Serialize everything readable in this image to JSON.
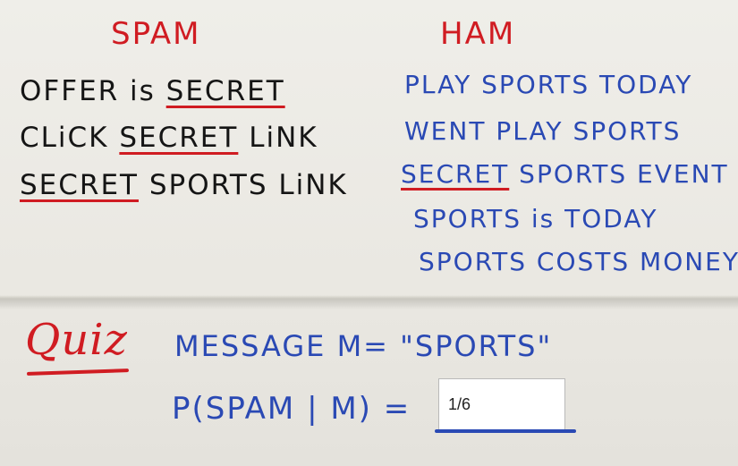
{
  "spam": {
    "title": "SPAM",
    "lines": [
      {
        "pre": "OFFER is ",
        "u": "SECRET",
        "post": ""
      },
      {
        "pre": "CLiCK ",
        "u": "SECRET",
        "post": " LiNK"
      },
      {
        "pre": "",
        "u": "SECRET",
        "post": " SPORTS LiNK"
      }
    ]
  },
  "ham": {
    "title": "HAM",
    "lines": [
      {
        "pre": "",
        "u": "",
        "post": "PLAY SPORTS TODAY"
      },
      {
        "pre": "",
        "u": "",
        "post": "WENT PLAY SPORTS"
      },
      {
        "pre": "",
        "u": "SECRET",
        "post": " SPORTS EVENT"
      },
      {
        "pre": "",
        "u": "",
        "post": "SPORTS is TODAY"
      },
      {
        "pre": "",
        "u": "",
        "post": "SPORTS COSTS MONEY"
      }
    ]
  },
  "quiz": {
    "label": "Quiz",
    "message_line": "MESSAGE    M= \"SPORTS\"",
    "prob_label": "P(SPAM | M) =",
    "answer_value": "1/6"
  },
  "colors": {
    "red_marker": "#d01c22",
    "blue_marker": "#2a49b4"
  }
}
